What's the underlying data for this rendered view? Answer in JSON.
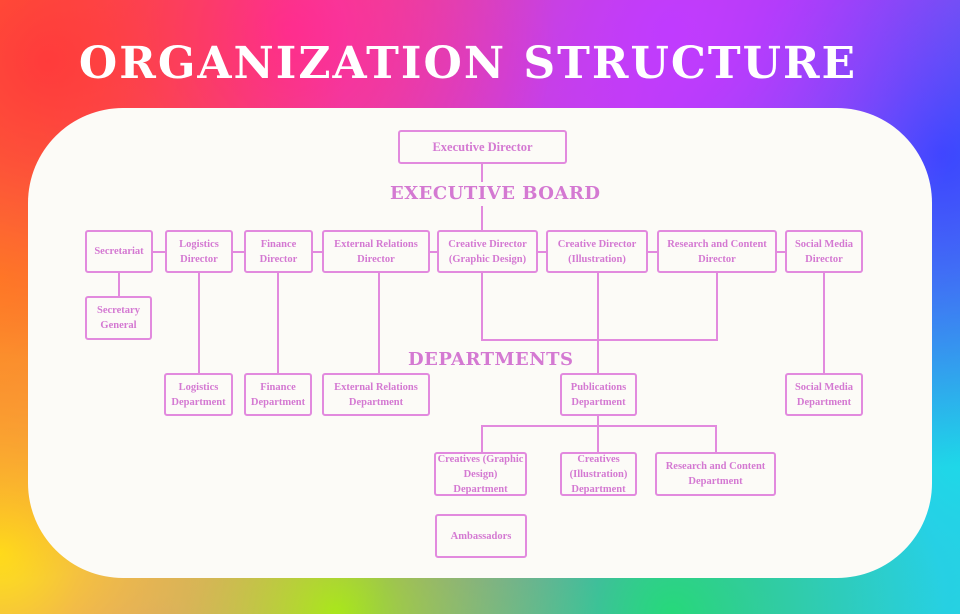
{
  "title": "ORGANIZATION STRUCTURE",
  "sections": {
    "executive_board": "EXECUTIVE BOARD",
    "departments": "DEPARTMENTS"
  },
  "nodes": {
    "executive_director": "Executive Director",
    "secretariat": "Secretariat",
    "logistics_director": "Logistics Director",
    "finance_director": "Finance Director",
    "external_relations_director": "External Relations Director",
    "creative_director_graphic": "Creative Director (Graphic Design)",
    "creative_director_illustration": "Creative Director (Illustration)",
    "research_content_director": "Research and Content Director",
    "social_media_director": "Social Media Director",
    "secretary_general": "Secretary General",
    "logistics_department": "Logistics Department",
    "finance_department": "Finance Department",
    "external_relations_department": "External Relations Department",
    "publications_department": "Publications Department",
    "social_media_department": "Social Media Department",
    "creatives_graphic_department": "Creatives (Graphic Design) Department",
    "creatives_illustration_department": "Creatives (Illustration) Department",
    "research_content_department": "Research and Content Department",
    "ambassadors": "Ambassadors"
  },
  "colors": {
    "accent": "#d479d2",
    "line": "#e28ade",
    "card": "#fcfbf7"
  }
}
